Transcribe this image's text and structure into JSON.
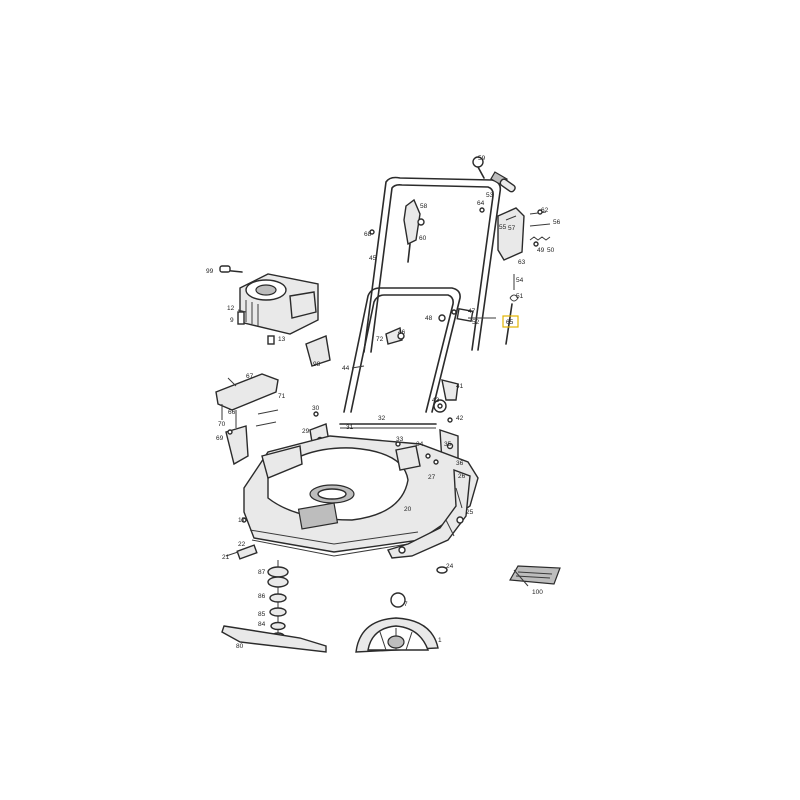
{
  "labels": [
    {
      "id": "59",
      "text": "59"
    },
    {
      "id": "58",
      "text": "58"
    },
    {
      "id": "53",
      "text": "53"
    },
    {
      "id": "64",
      "text": "64"
    },
    {
      "id": "62",
      "text": "62"
    },
    {
      "id": "56",
      "text": "56"
    },
    {
      "id": "55",
      "text": "55"
    },
    {
      "id": "57",
      "text": "57"
    },
    {
      "id": "49",
      "text": "49"
    },
    {
      "id": "50",
      "text": "50"
    },
    {
      "id": "63",
      "text": "63"
    },
    {
      "id": "54",
      "text": "54"
    },
    {
      "id": "51",
      "text": "51"
    },
    {
      "id": "65",
      "text": "65"
    },
    {
      "id": "68",
      "text": "68"
    },
    {
      "id": "60",
      "text": "60"
    },
    {
      "id": "45",
      "text": "45"
    },
    {
      "id": "99",
      "text": "99"
    },
    {
      "id": "12",
      "text": "12"
    },
    {
      "id": "9",
      "text": "9"
    },
    {
      "id": "13",
      "text": "13"
    },
    {
      "id": "98",
      "text": "98"
    },
    {
      "id": "47",
      "text": "47"
    },
    {
      "id": "48",
      "text": "48"
    },
    {
      "id": "52",
      "text": "52"
    },
    {
      "id": "72",
      "text": "72"
    },
    {
      "id": "46",
      "text": "46"
    },
    {
      "id": "44",
      "text": "44"
    },
    {
      "id": "67",
      "text": "67"
    },
    {
      "id": "66",
      "text": "66"
    },
    {
      "id": "71",
      "text": "71"
    },
    {
      "id": "70",
      "text": "70"
    },
    {
      "id": "69",
      "text": "69"
    },
    {
      "id": "41",
      "text": "41"
    },
    {
      "id": "43",
      "text": "43"
    },
    {
      "id": "42",
      "text": "42"
    },
    {
      "id": "30",
      "text": "30"
    },
    {
      "id": "32",
      "text": "32"
    },
    {
      "id": "31",
      "text": "31"
    },
    {
      "id": "29",
      "text": "29"
    },
    {
      "id": "33",
      "text": "33"
    },
    {
      "id": "34",
      "text": "34"
    },
    {
      "id": "35",
      "text": "35"
    },
    {
      "id": "36",
      "text": "36"
    },
    {
      "id": "27",
      "text": "27"
    },
    {
      "id": "26",
      "text": "26"
    },
    {
      "id": "25",
      "text": "25"
    },
    {
      "id": "20",
      "text": "20"
    },
    {
      "id": "17",
      "text": "17"
    },
    {
      "id": "22",
      "text": "22"
    },
    {
      "id": "21",
      "text": "21"
    },
    {
      "id": "24",
      "text": "24"
    },
    {
      "id": "87",
      "text": "87"
    },
    {
      "id": "86",
      "text": "86"
    },
    {
      "id": "85",
      "text": "85"
    },
    {
      "id": "84",
      "text": "84"
    },
    {
      "id": "80",
      "text": "80"
    },
    {
      "id": "7",
      "text": "7"
    },
    {
      "id": "1",
      "text": "1"
    },
    {
      "id": "100",
      "text": "100"
    }
  ]
}
